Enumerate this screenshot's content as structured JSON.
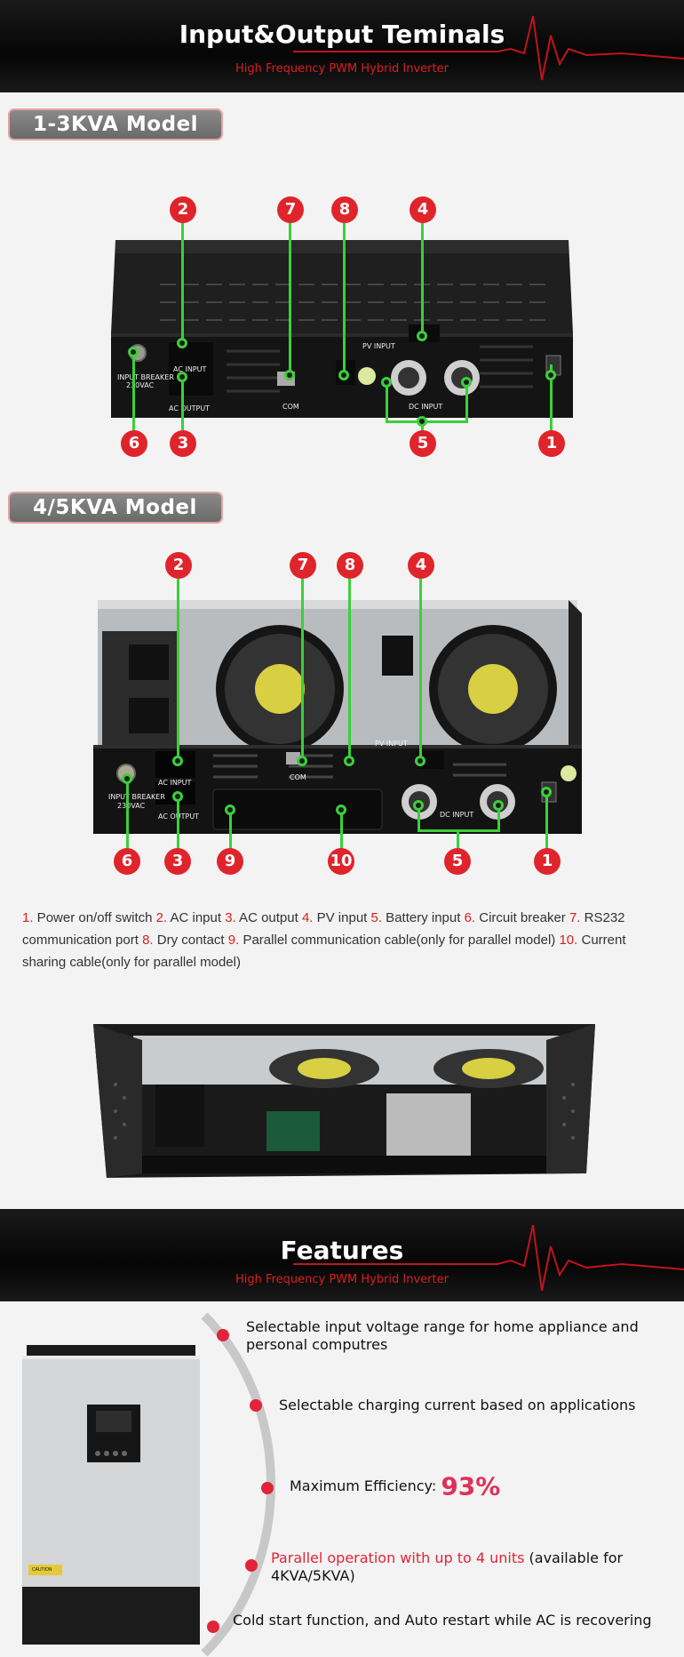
{
  "banner_top": {
    "title": "Input&Output Teminals",
    "subtitle": "High Frequency PWM Hybrid Inverter"
  },
  "model_a": {
    "tag": "1-3KVA  Model",
    "device_labels": {
      "input_breaker": "INPUT BREAKER",
      "rating": "230VAC",
      "ac_input": "AC INPUT",
      "ac_output": "AC OUTPUT",
      "com": "COM",
      "pv_input": "PV INPUT",
      "dc_input": "DC INPUT"
    },
    "markers": [
      "2",
      "7",
      "8",
      "4",
      "6",
      "3",
      "5",
      "1"
    ]
  },
  "model_b": {
    "tag": "4/5KVA  Model",
    "device_labels": {
      "input_breaker": "INPUT BREAKER",
      "rating": "230VAC",
      "ac_input": "AC INPUT",
      "ac_output": "AC OUTPUT",
      "com": "COM",
      "pv_input": "PV INPUT",
      "dc_input": "DC INPUT"
    },
    "markers": [
      "2",
      "7",
      "8",
      "4",
      "6",
      "3",
      "9",
      "10",
      "5",
      "1"
    ]
  },
  "legend": [
    {
      "n": "1.",
      "text": " Power on/off switch "
    },
    {
      "n": "2.",
      "text": " AC input "
    },
    {
      "n": "3.",
      "text": " AC output "
    },
    {
      "n": "4.",
      "text": " PV input "
    },
    {
      "n": "5.",
      "text": " Battery input "
    },
    {
      "n": "6.",
      "text": " Circuit breaker "
    },
    {
      "n": "7.",
      "text": " RS232 communication port "
    },
    {
      "n": "8.",
      "text": " Dry contact "
    },
    {
      "n": "9.",
      "text": " Parallel communication cable(only for parallel model) "
    },
    {
      "n": "10.",
      "text": " Current sharing cable(only for parallel model)"
    }
  ],
  "banner_features": {
    "title": "Features",
    "subtitle": "High Frequency PWM Hybrid Inverter"
  },
  "features": [
    {
      "text": "Selectable input voltage range for home appliance and personal computres"
    },
    {
      "text": "Selectable charging current based on applications"
    },
    {
      "text": "Maximum Efficiency:",
      "highlight": "93%"
    },
    {
      "highlight": "Parallel operation with up to 4 units",
      "text": " (available for 4KVA/5KVA)"
    },
    {
      "text": "Cold start function, and Auto restart while AC is recovering"
    }
  ],
  "inverter_front": {
    "caution": "CAUTION"
  },
  "colors": {
    "accent_red": "#d91f1f",
    "callout_green": "#3ad03a",
    "marker_red": "#e0242b"
  }
}
